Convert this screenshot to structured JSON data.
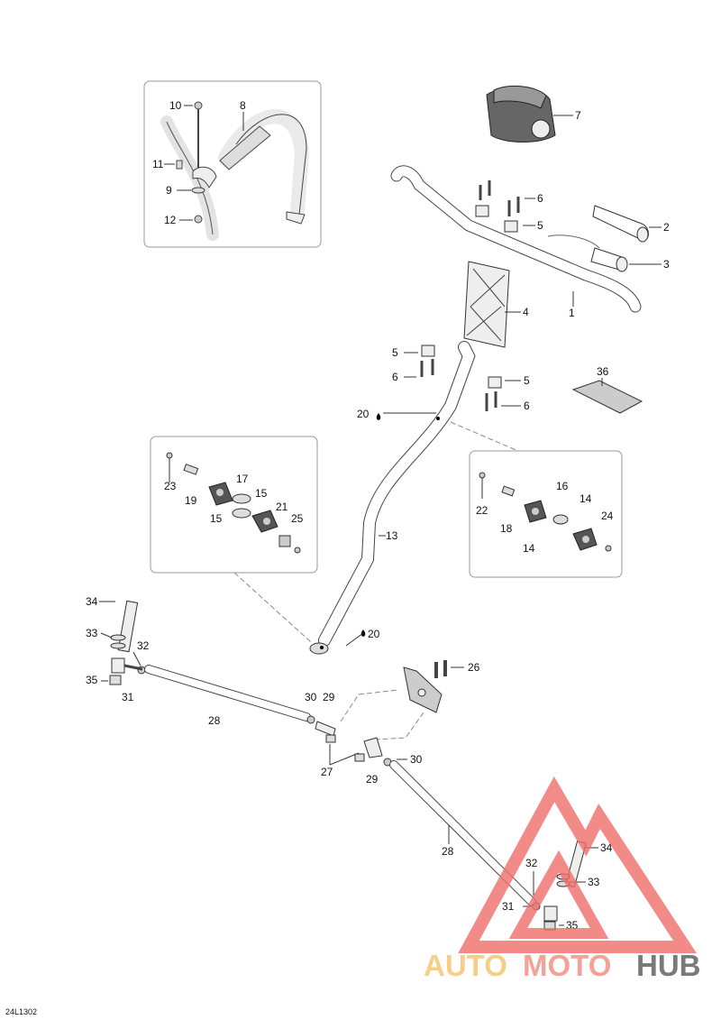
{
  "diagram_ref": "24L1302",
  "watermark": {
    "auto": "AUTO",
    "moto": "MOTO",
    "hub": "HUB",
    "colors": {
      "auto": "#f4c26b",
      "moto": "#ef8c7c",
      "hub": "#5a5a5a",
      "triangle": "#ef6f6a"
    }
  },
  "callouts": {
    "p1": "1",
    "p2": "2",
    "p3": "3",
    "p4": "4",
    "p5a": "5",
    "p5b": "5",
    "p5c": "5",
    "p6a": "6",
    "p6b": "6",
    "p6c": "6",
    "p7": "7",
    "p8": "8",
    "p9": "9",
    "p10": "10",
    "p11": "11",
    "p12": "12",
    "p13": "13",
    "p14a": "14",
    "p14b": "14",
    "p15a": "15",
    "p15b": "15",
    "p16": "16",
    "p17": "17",
    "p18": "18",
    "p19": "19",
    "p20a": "20",
    "p20b": "20",
    "p21": "21",
    "p22": "22",
    "p23": "23",
    "p24": "24",
    "p25": "25",
    "p26": "26",
    "p27": "27",
    "p28a": "28",
    "p28b": "28",
    "p29a": "29",
    "p29b": "29",
    "p30a": "30",
    "p30b": "30",
    "p31a": "31",
    "p31b": "31",
    "p32a": "32",
    "p32b": "32",
    "p33a": "33",
    "p33b": "33",
    "p34a": "34",
    "p34b": "34",
    "p35a": "35",
    "p35b": "35",
    "p36": "36"
  }
}
